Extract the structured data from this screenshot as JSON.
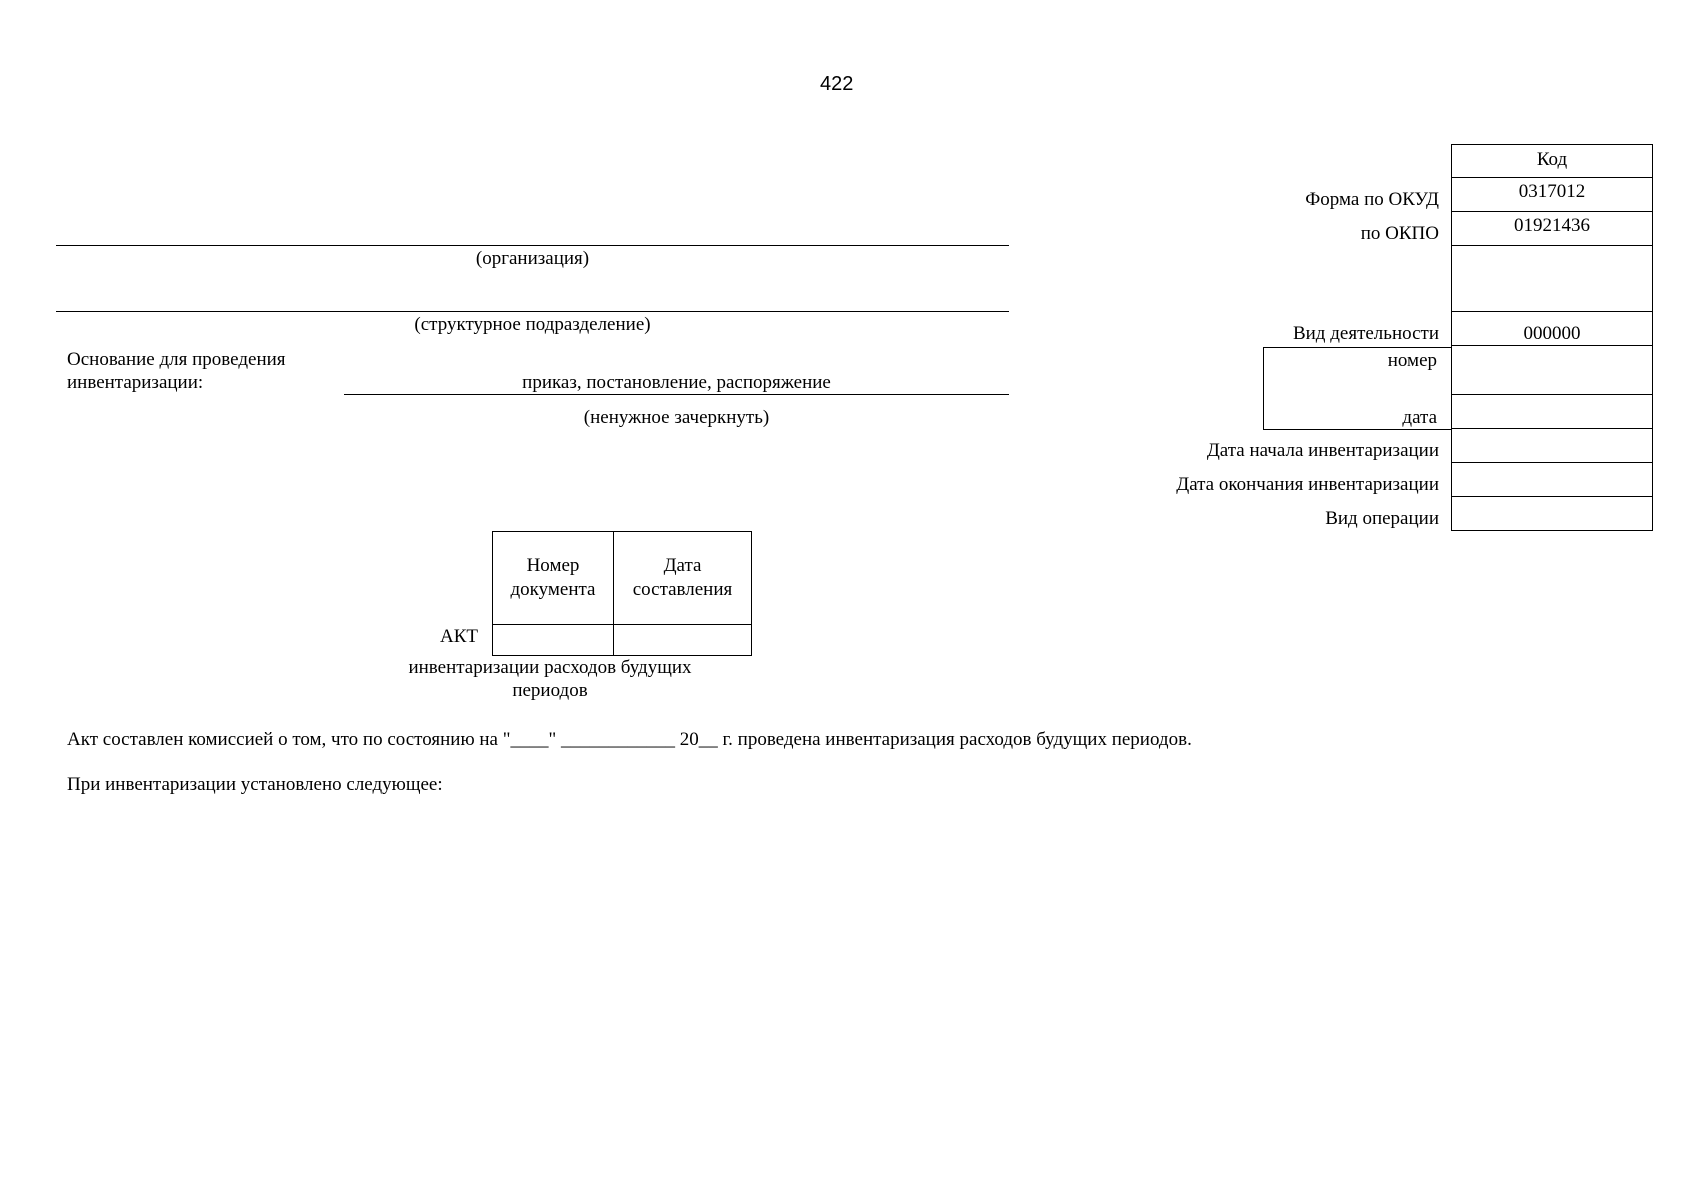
{
  "page_number": "422",
  "header": {
    "organization_caption": "(организация)",
    "subdivision_caption": "(структурное подразделение)",
    "basis_label_line1": "Основание для проведения",
    "basis_label_line2": "инвентаризации:",
    "basis_options": "приказ, постановление, распоряжение",
    "basis_note": "(ненужное зачеркнуть)"
  },
  "codes": {
    "header": "Код",
    "rows": [
      {
        "label": "Форма по ОКУД",
        "value": "0317012"
      },
      {
        "label": "по ОКПО",
        "value": "01921436"
      },
      {
        "label": "",
        "value": ""
      },
      {
        "label": "Вид деятельности",
        "value": "000000"
      },
      {
        "label": "номер",
        "value": ""
      },
      {
        "label": "дата",
        "value": ""
      },
      {
        "label": "Дата начала инвентаризации",
        "value": ""
      },
      {
        "label": "Дата окончания инвентаризации",
        "value": ""
      },
      {
        "label": "Вид операции",
        "value": ""
      }
    ]
  },
  "act": {
    "col1_line1": "Номер",
    "col1_line2": "документа",
    "col2_line1": "Дата",
    "col2_line2": "составления",
    "row_label": "АКТ",
    "subtitle_line1": "инвентаризации расходов будущих",
    "subtitle_line2": "периодов",
    "doc_number": "",
    "doc_date": ""
  },
  "body": {
    "statement": "Акт составлен комиссией о том, что по состоянию на \"____\" ____________ 20__ г. проведена инвентаризация расходов будущих периодов.",
    "findings": "При инвентаризации установлено следующее:"
  }
}
